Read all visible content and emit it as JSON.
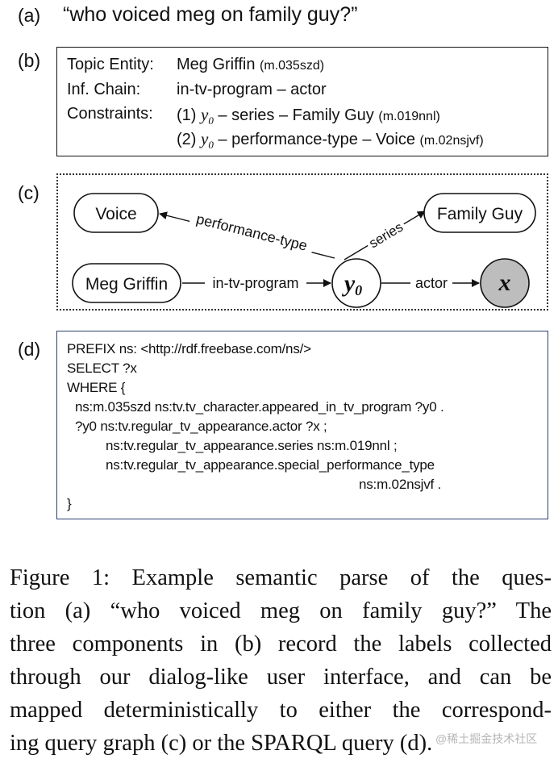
{
  "section_a": {
    "label": "(a)",
    "question": "“who voiced meg on family guy?”"
  },
  "section_b": {
    "label": "(b)",
    "topic_entity_key": "Topic Entity:",
    "topic_entity_value": "Meg Griffin",
    "topic_entity_id": "(m.035szd)",
    "inf_chain_key": "Inf. Chain:",
    "inf_chain_value": "in-tv-program – actor",
    "constraints_key": "Constraints:",
    "constraint_1_num": "(1)",
    "constraint_1_var": "y",
    "constraint_1_sub": "0",
    "constraint_1_text": " – series – Family Guy ",
    "constraint_1_id": "(m.019nnl)",
    "constraint_2_num": "(2)",
    "constraint_2_var": "y",
    "constraint_2_sub": "0",
    "constraint_2_text": " – performance-type – Voice ",
    "constraint_2_id": "(m.02nsjvf)"
  },
  "section_c": {
    "label": "(c)",
    "nodes": {
      "voice": "Voice",
      "family_guy": "Family Guy",
      "meg_griffin": "Meg Griffin",
      "y0_var": "y",
      "y0_sub": "0",
      "x": "x"
    },
    "edges": {
      "performance_type": "performance-type",
      "series": "series",
      "in_tv_program": "in-tv-program",
      "actor": "actor"
    }
  },
  "section_d": {
    "label": "(d)",
    "lines": [
      "PREFIX ns: <http://rdf.freebase.com/ns/>",
      "SELECT ?x",
      "WHERE {",
      "ns:m.035szd ns:tv.tv_character.appeared_in_tv_program ?y0 .",
      "?y0 ns:tv.regular_tv_appearance.actor ?x ;",
      "ns:tv.regular_tv_appearance.series ns:m.019nnl ;",
      "ns:tv.regular_tv_appearance.special_performance_type",
      "ns:m.02nsjvf .",
      "}"
    ]
  },
  "caption": {
    "lines": [
      "Figure 1: Example semantic parse of the ques-",
      "tion (a) “who voiced meg on family guy?” The",
      "three components in (b) record the labels collected",
      "through our dialog-like user interface, and can be",
      "mapped deterministically to either the correspond-",
      "ing query graph (c) or the SPARQL query (d)."
    ]
  },
  "watermark": "@稀土掘金技术社区"
}
